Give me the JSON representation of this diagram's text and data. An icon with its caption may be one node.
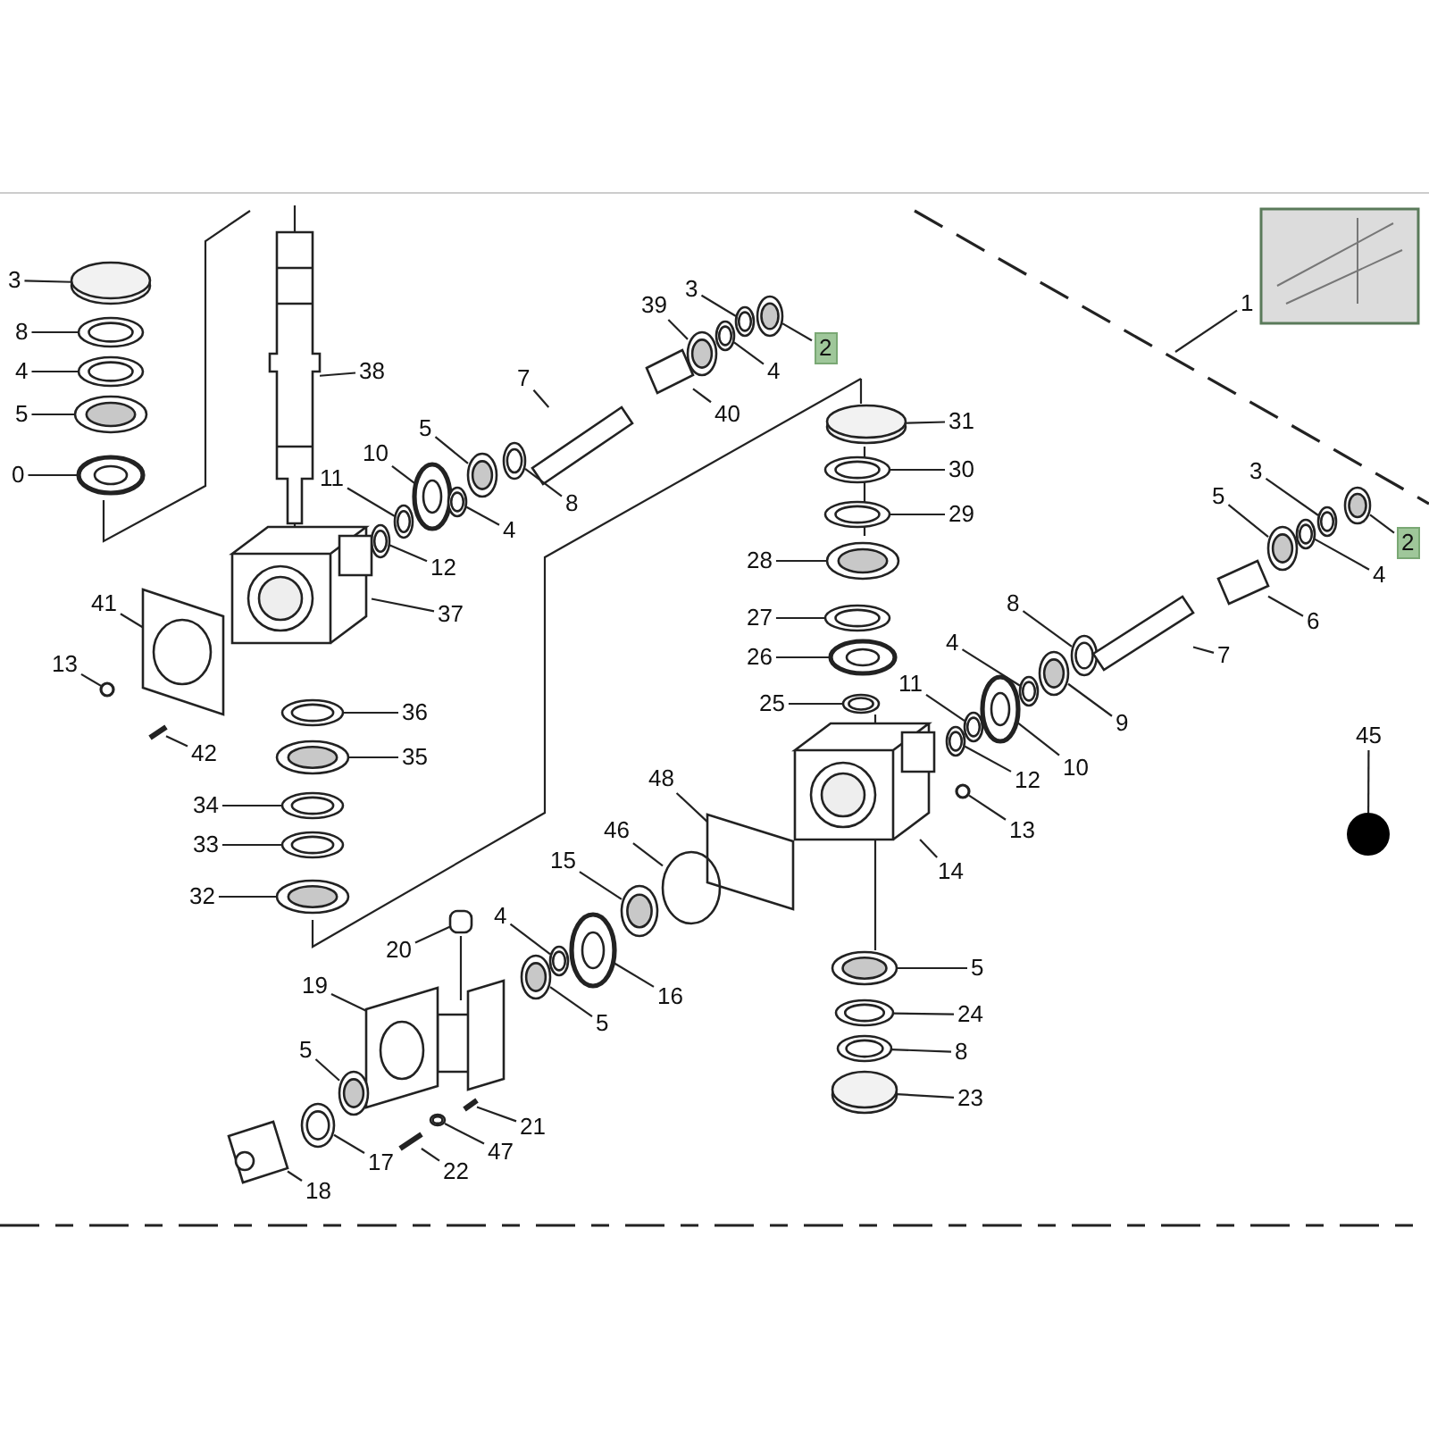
{
  "diagram": {
    "nodes": [
      {
        "text": [
          "3"
        ]
      },
      {
        "text": [
          "8"
        ]
      },
      {
        "text": [
          "4"
        ]
      },
      {
        "text": [
          "5"
        ]
      },
      {
        "text": [
          "0"
        ]
      },
      {
        "text": [
          "38"
        ]
      },
      {
        "text": [
          "7"
        ]
      },
      {
        "text": [
          "5"
        ]
      },
      {
        "text": [
          "8"
        ]
      },
      {
        "text": [
          "10"
        ]
      },
      {
        "text": [
          "4"
        ]
      },
      {
        "text": [
          "11"
        ]
      },
      {
        "text": [
          "12"
        ]
      },
      {
        "text": [
          "37"
        ]
      },
      {
        "text": [
          "41"
        ]
      },
      {
        "text": [
          "13"
        ]
      },
      {
        "text": [
          "42"
        ]
      },
      {
        "text": [
          "36"
        ]
      },
      {
        "text": [
          "35"
        ]
      },
      {
        "text": [
          "34"
        ]
      },
      {
        "text": [
          "33"
        ]
      },
      {
        "text": [
          "32"
        ]
      },
      {
        "text": [
          "39"
        ]
      },
      {
        "text": [
          "3"
        ]
      },
      {
        "text": [
          "4"
        ]
      },
      {
        "text": [
          "2"
        ]
      },
      {
        "text": [
          "40"
        ]
      },
      {
        "text": [
          "31"
        ]
      },
      {
        "text": [
          "30"
        ]
      },
      {
        "text": [
          "29"
        ]
      },
      {
        "text": [
          "28"
        ]
      },
      {
        "text": [
          "27"
        ]
      },
      {
        "text": [
          "26"
        ]
      },
      {
        "text": [
          "25"
        ]
      },
      {
        "text": [
          "11"
        ]
      },
      {
        "text": [
          "4"
        ]
      },
      {
        "text": [
          "8"
        ]
      },
      {
        "text": [
          "9"
        ]
      },
      {
        "text": [
          "10"
        ]
      },
      {
        "text": [
          "12"
        ]
      },
      {
        "text": [
          "5"
        ]
      },
      {
        "text": [
          "3"
        ]
      },
      {
        "text": [
          "4"
        ]
      },
      {
        "text": [
          "2"
        ]
      },
      {
        "text": [
          "6"
        ]
      },
      {
        "text": [
          "7"
        ]
      },
      {
        "text": [
          "1"
        ]
      },
      {
        "text": [
          "45"
        ]
      },
      {
        "text": [
          "48"
        ]
      },
      {
        "text": [
          "46"
        ]
      },
      {
        "text": [
          "15"
        ]
      },
      {
        "text": [
          "16"
        ]
      },
      {
        "text": [
          "4"
        ]
      },
      {
        "text": [
          "5"
        ]
      },
      {
        "text": [
          "20"
        ]
      },
      {
        "text": [
          "19"
        ]
      },
      {
        "text": [
          "5"
        ]
      },
      {
        "text": [
          "17"
        ]
      },
      {
        "text": [
          "18"
        ]
      },
      {
        "text": [
          "22"
        ]
      },
      {
        "text": [
          "47"
        ]
      },
      {
        "text": [
          "21"
        ]
      },
      {
        "text": [
          "13"
        ]
      },
      {
        "text": [
          "14"
        ]
      },
      {
        "text": [
          "5"
        ]
      },
      {
        "text": [
          "24"
        ]
      },
      {
        "text": [
          "8"
        ]
      },
      {
        "text": [
          "23"
        ]
      },
      {
        "text": [],
        "shape": "circle"
      },
      {
        "text": [],
        "shape": "circle"
      },
      {
        "text": [],
        "shape": "picture"
      },
      {
        "text": [],
        "shape": "picture"
      },
      {
        "text": [],
        "shape": "picture"
      },
      {
        "text": [],
        "shape": "picture"
      },
      {
        "text": [],
        "shape": "picture"
      },
      {
        "text": [],
        "shape": "picture"
      },
      {
        "text": [],
        "shape": "picture"
      },
      {
        "text": [],
        "shape": "picture"
      },
      {
        "text": [],
        "shape": "picture"
      },
      {
        "text": [],
        "shape": "picture"
      },
      {
        "text": [],
        "shape": "picture"
      },
      {
        "text": [],
        "shape": "picture"
      },
      {
        "text": [],
        "shape": "picture"
      },
      {
        "text": [],
        "shape": "picture"
      },
      {
        "text": [],
        "shape": "circle"
      },
      {
        "text": [],
        "shape": "picture"
      },
      {
        "text": [],
        "shape": "picture"
      },
      {
        "text": [],
        "shape": "picture"
      },
      {
        "text": [],
        "shape": "picture"
      },
      {
        "text": [],
        "shape": "picture"
      },
      {
        "text": [],
        "shape": "picture"
      },
      {
        "text": [],
        "shape": "picture"
      },
      {
        "text": [],
        "shape": "picture"
      },
      {
        "text": [],
        "shape": "picture"
      },
      {
        "text": [],
        "shape": "picture"
      },
      {
        "text": [],
        "shape": "picture"
      },
      {
        "text": [],
        "shape": "circle"
      },
      {
        "text": [],
        "shape": "picture"
      },
      {
        "text": [],
        "shape": "picture"
      },
      {
        "text": [],
        "shape": "picture"
      },
      {
        "text": [],
        "shape": "picture"
      },
      {
        "text": [],
        "shape": "picture"
      },
      {
        "text": [],
        "shape": "picture"
      },
      {
        "text": [],
        "shape": "picture"
      },
      {
        "text": [],
        "shape": "picture"
      },
      {
        "text": [],
        "shape": "picture"
      },
      {
        "text": [],
        "shape": "picture"
      },
      {
        "text": [],
        "shape": "picture"
      },
      {
        "text": [],
        "shape": "picture"
      },
      {
        "text": [],
        "shape": "picture"
      },
      {
        "text": [],
        "shape": "picture"
      },
      {
        "text": [],
        "shape": "picture"
      },
      {
        "text": [],
        "shape": "picture"
      },
      {
        "text": [],
        "shape": "picture"
      },
      {
        "text": [],
        "shape": "picture"
      },
      {
        "text": [],
        "shape": "box"
      },
      {
        "text": [],
        "shape": "circle"
      },
      {
        "text": [],
        "shape": "picture"
      },
      {
        "text": [],
        "shape": "picture"
      },
      {
        "text": [],
        "shape": "picture"
      },
      {
        "text": [],
        "shape": "picture"
      },
      {
        "text": [],
        "shape": "box"
      },
      {
        "text": [],
        "shape": "picture"
      },
      {
        "text": [],
        "shape": "picture"
      },
      {
        "text": [],
        "shape": "picture"
      },
      {
        "text": [],
        "shape": "picture"
      },
      {
        "text": [],
        "shape": "picture"
      },
      {
        "text": [],
        "shape": "picture"
      },
      {
        "text": [],
        "shape": "picture"
      },
      {
        "text": [],
        "shape": "circle"
      },
      {
        "text": [],
        "shape": "picture"
      },
      {
        "text": [],
        "shape": "picture"
      },
      {
        "text": [],
        "shape": "picture"
      },
      {
        "text": [],
        "shape": "picture"
      },
      {
        "text": [],
        "shape": "circle"
      }
    ],
    "edges": [
      {
        "from": 0,
        "to": 69,
        "arrow": "none"
      },
      {
        "from": 1,
        "to": 70,
        "arrow": "none"
      },
      {
        "from": 2,
        "to": 71,
        "arrow": "none"
      },
      {
        "from": 3,
        "to": 72,
        "arrow": "none"
      },
      {
        "from": 4,
        "to": 73,
        "arrow": "none"
      },
      {
        "from": 5,
        "to": 74,
        "arrow": "none"
      },
      {
        "from": 6,
        "to": 75,
        "arrow": "none"
      },
      {
        "from": 7,
        "to": 76,
        "arrow": "none"
      },
      {
        "from": 8,
        "to": 77,
        "arrow": "none"
      },
      {
        "from": 9,
        "to": 78,
        "arrow": "none"
      },
      {
        "from": 10,
        "to": 79,
        "arrow": "none"
      },
      {
        "from": 11,
        "to": 80,
        "arrow": "none"
      },
      {
        "from": 12,
        "to": 81,
        "arrow": "none"
      },
      {
        "from": 13,
        "to": 82,
        "arrow": "none"
      },
      {
        "from": 14,
        "to": 83,
        "arrow": "none"
      },
      {
        "from": 15,
        "to": 84,
        "arrow": "none"
      },
      {
        "from": 16,
        "to": 85,
        "arrow": "none"
      },
      {
        "from": 17,
        "to": 86,
        "arrow": "none"
      },
      {
        "from": 18,
        "to": 87,
        "arrow": "none"
      },
      {
        "from": 19,
        "to": 88,
        "arrow": "none"
      },
      {
        "from": 20,
        "to": 89,
        "arrow": "none"
      },
      {
        "from": 21,
        "to": 90,
        "arrow": "none"
      },
      {
        "from": 22,
        "to": 91,
        "arrow": "none"
      },
      {
        "from": 23,
        "to": 92,
        "arrow": "none"
      },
      {
        "from": 24,
        "to": 93,
        "arrow": "none"
      },
      {
        "from": 25,
        "to": 94,
        "arrow": "none"
      },
      {
        "from": 26,
        "to": 95,
        "arrow": "none"
      },
      {
        "from": 27,
        "to": 96,
        "arrow": "none"
      },
      {
        "from": 28,
        "to": 97,
        "arrow": "none"
      },
      {
        "from": 29,
        "to": 98,
        "arrow": "none"
      },
      {
        "from": 30,
        "to": 99,
        "arrow": "none"
      },
      {
        "from": 31,
        "to": 100,
        "arrow": "none"
      },
      {
        "from": 32,
        "to": 101,
        "arrow": "none"
      },
      {
        "from": 33,
        "to": 102,
        "arrow": "none"
      },
      {
        "from": 34,
        "to": 103,
        "arrow": "none"
      },
      {
        "from": 35,
        "to": 104,
        "arrow": "none"
      },
      {
        "from": 36,
        "to": 105,
        "arrow": "none"
      },
      {
        "from": 37,
        "to": 106,
        "arrow": "none"
      },
      {
        "from": 38,
        "to": 107,
        "arrow": "none"
      },
      {
        "from": 39,
        "to": 108,
        "arrow": "none"
      },
      {
        "from": 40,
        "to": 109,
        "arrow": "none"
      },
      {
        "from": 41,
        "to": 110,
        "arrow": "none"
      },
      {
        "from": 42,
        "to": 111,
        "arrow": "none"
      },
      {
        "from": 43,
        "to": 112,
        "arrow": "none"
      },
      {
        "from": 44,
        "to": 113,
        "arrow": "none"
      },
      {
        "from": 45,
        "to": 114,
        "arrow": "none"
      },
      {
        "from": 46,
        "to": null,
        "arrow": "none"
      },
      {
        "from": 47,
        "to": 68,
        "arrow": "none"
      },
      {
        "from": 48,
        "to": 115,
        "arrow": "none"
      },
      {
        "from": 49,
        "to": 116,
        "arrow": "none"
      },
      {
        "from": 50,
        "to": 117,
        "arrow": "none"
      },
      {
        "from": 51,
        "to": 118,
        "arrow": "none"
      },
      {
        "from": 52,
        "to": 119,
        "arrow": "none"
      },
      {
        "from": 53,
        "to": 120,
        "arrow": "none"
      },
      {
        "from": 54,
        "to": 121,
        "arrow": "none"
      },
      {
        "from": 55,
        "to": 122,
        "arrow": "none"
      },
      {
        "from": 56,
        "to": 123,
        "arrow": "none"
      },
      {
        "from": 57,
        "to": 124,
        "arrow": "none"
      },
      {
        "from": 58,
        "to": 125,
        "arrow": "none"
      },
      {
        "from": 59,
        "to": 126,
        "arrow": "none"
      },
      {
        "from": 60,
        "to": 127,
        "arrow": "none"
      },
      {
        "from": 61,
        "to": 128,
        "arrow": "none"
      },
      {
        "from": 62,
        "to": 129,
        "arrow": "none"
      },
      {
        "from": 63,
        "to": 130,
        "arrow": "none"
      },
      {
        "from": 64,
        "to": 131,
        "arrow": "none"
      },
      {
        "from": 65,
        "to": 132,
        "arrow": "none"
      },
      {
        "from": 66,
        "to": 133,
        "arrow": "none"
      },
      {
        "from": 67,
        "to": 134,
        "arrow": "none"
      }
    ]
  }
}
